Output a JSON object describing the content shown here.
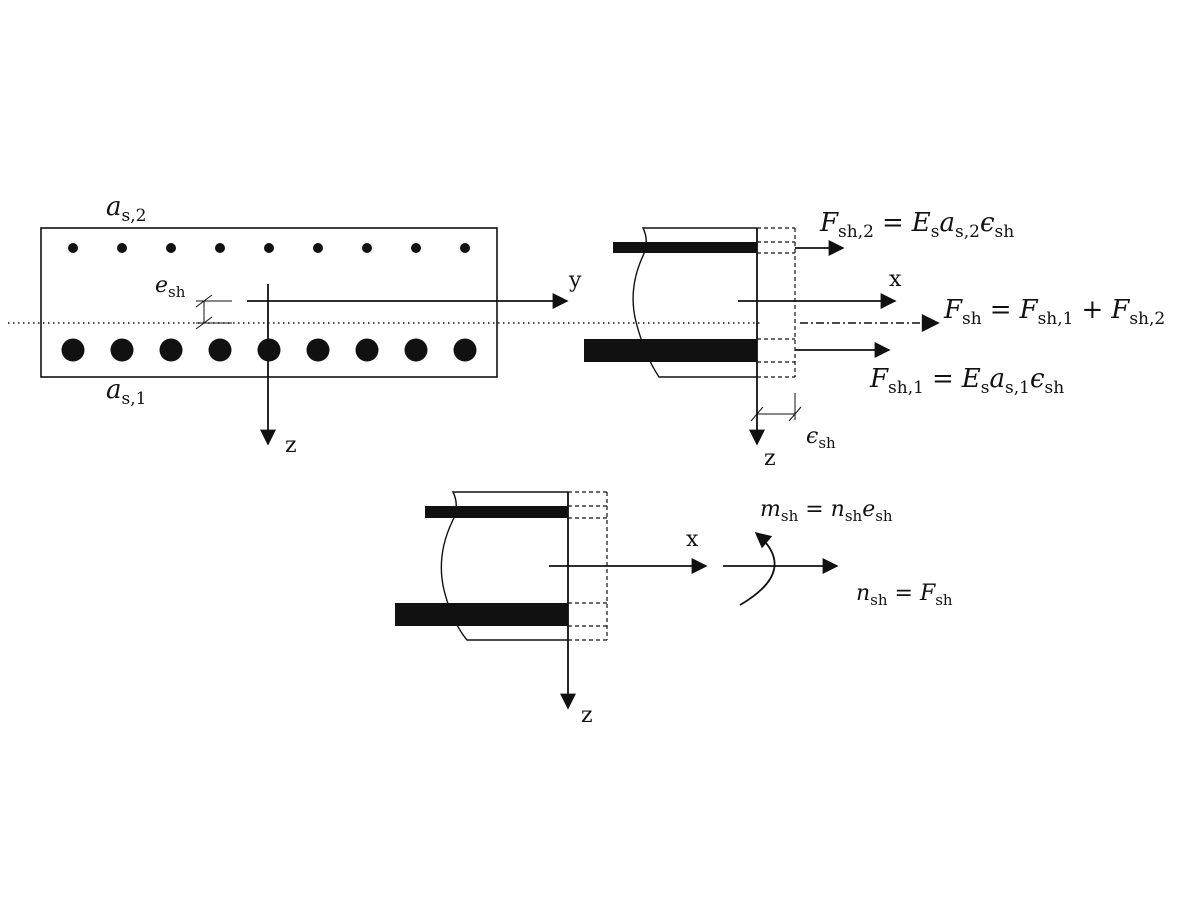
{
  "labels": {
    "as2": {
      "base": "a",
      "sub": "s,2"
    },
    "as1": {
      "base": "a",
      "sub": "s,1"
    },
    "esh": {
      "base": "e",
      "sub": "sh"
    },
    "y_axis": "y",
    "z_axis_left": "z",
    "x_axis_mid": "x",
    "z_axis_mid": "z",
    "eps_sh": {
      "base": "ϵ",
      "sub": "sh"
    },
    "x_axis_bottom": "x",
    "z_axis_bottom": "z"
  },
  "equations": {
    "fsh2": {
      "lhs": "F",
      "lhs_sub": "sh,2",
      "eq": "=",
      "t1": "E",
      "t1_sub": "s",
      "t2": "a",
      "t2_sub": "s,2",
      "t3": "ϵ",
      "t3_sub": "sh"
    },
    "fsh": {
      "lhs": "F",
      "lhs_sub": "sh",
      "eq": "=",
      "t1": "F",
      "t1_sub": "sh,1",
      "plus": "+",
      "t2": "F",
      "t2_sub": "sh,2"
    },
    "fsh1": {
      "lhs": "F",
      "lhs_sub": "sh,1",
      "eq": "=",
      "t1": "E",
      "t1_sub": "s",
      "t2": "a",
      "t2_sub": "s,1",
      "t3": "ϵ",
      "t3_sub": "sh"
    },
    "msh": {
      "lhs": "m",
      "lhs_sub": "sh",
      "eq": "=",
      "t1": "n",
      "t1_sub": "sh",
      "t2": "e",
      "t2_sub": "sh"
    },
    "nsh": {
      "lhs": "n",
      "lhs_sub": "sh",
      "eq": "=",
      "t1": "F",
      "t1_sub": "sh"
    }
  },
  "rebar": {
    "top_bar_count": 9,
    "bottom_bar_count": 9
  },
  "colors": {
    "ink": "#111111",
    "background": "#ffffff"
  }
}
